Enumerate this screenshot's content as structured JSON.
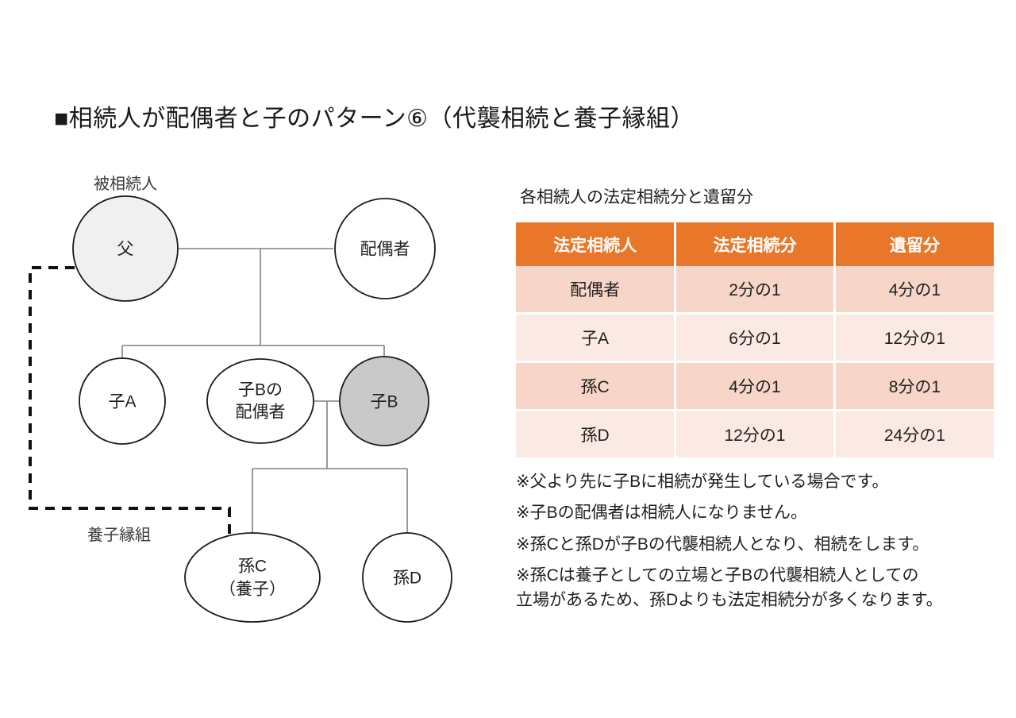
{
  "title": "■相続人が配偶者と子のパターン⑥（代襲相続と養子縁組）",
  "tree": {
    "decedent_caption": "被相続人",
    "adoption_caption": "養子縁組",
    "nodes": {
      "father": "父",
      "spouse": "配偶者",
      "child_a": "子A",
      "child_b_spouse_line1": "子Bの",
      "child_b_spouse_line2": "配偶者",
      "child_b": "子B",
      "grandchild_c_line1": "孫C",
      "grandchild_c_line2": "（養子）",
      "grandchild_d": "孫D"
    },
    "colors": {
      "decedent_fill": "#f0f0f0",
      "deceased_child_fill": "#c9c9c9",
      "node_stroke": "#1a1a1a",
      "link_stroke": "#808080",
      "adoption_stroke": "#111111"
    }
  },
  "table": {
    "caption": "各相続人の法定相続分と遺留分",
    "header_color": "#e8772a",
    "row_color_odd": "#f7d5c8",
    "row_color_even": "#fbeae4",
    "headers": [
      "法定相続人",
      "法定相続分",
      "遺留分"
    ],
    "rows": [
      {
        "heir": "配偶者",
        "legal_share": "2分の1",
        "reserved_share": "4分の1"
      },
      {
        "heir": "子A",
        "legal_share": "6分の1",
        "reserved_share": "12分の1"
      },
      {
        "heir": "孫C",
        "legal_share": "4分の1",
        "reserved_share": "8分の1"
      },
      {
        "heir": "孫D",
        "legal_share": "12分の1",
        "reserved_share": "24分の1"
      }
    ]
  },
  "notes": [
    "※父より先に子Bに相続が発生している場合です。",
    "※子Bの配偶者は相続人になりません。",
    "※孫Cと孫Dが子Bの代襲相続人となり、相続をします。",
    "※孫Cは養子としての立場と子Bの代襲相続人としての\n立場があるため、孫Dよりも法定相続分が多くなります。"
  ]
}
